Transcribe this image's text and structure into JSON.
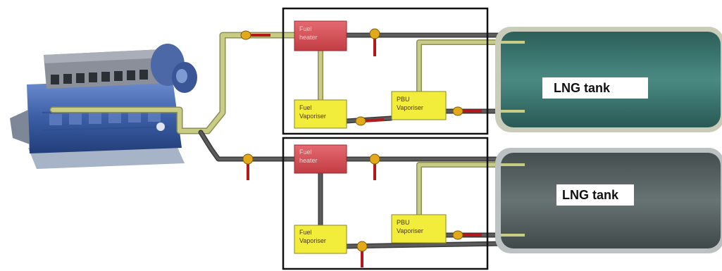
{
  "tanks": [
    {
      "label": "LNG tank"
    },
    {
      "label": "LNG tank"
    }
  ],
  "upper_system": {
    "heater": {
      "line1": "Fuel",
      "line2": "heater"
    },
    "fuel_vaporiser": {
      "line1": "Fuel",
      "line2": "Vaporiser"
    },
    "pbu_vaporiser": {
      "line1": "PBU",
      "line2": "Vaporiser"
    }
  },
  "lower_system": {
    "heater": {
      "line1": "Fuel",
      "line2": "heater"
    },
    "fuel_vaporiser": {
      "line1": "Fuel",
      "line2": "Vaporiser"
    },
    "pbu_vaporiser": {
      "line1": "PBU",
      "line2": "Vaporiser"
    }
  },
  "colors": {
    "gas_pipe": "#c9cc84",
    "liquid_pipe": "#4b4b4b",
    "heater": "#d9545a",
    "vaporiser": "#f2ec3a",
    "valve": "#e3a91a",
    "valve_stem": "#b5171b",
    "tank_upper": "#3f7a74",
    "tank_lower": "#5a6565",
    "engine": "#3c5fa8",
    "frame": "#111111"
  },
  "icons": {
    "engine": "marine-gas-engine-icon",
    "valve": "valve-icon"
  }
}
